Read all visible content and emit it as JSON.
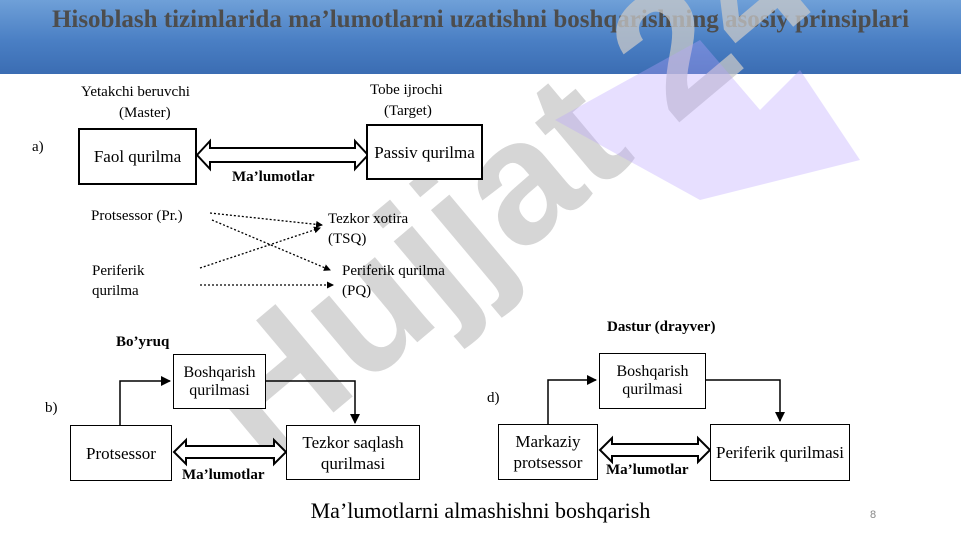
{
  "slide": {
    "title": "Hisoblash tizimlarida ma’lumotlarni uzatishni boshqarishning asosiy prinsiplari",
    "caption": "Ma’lumotlarni almashishni boshqarish",
    "page_number": "8",
    "watermark": "Hujjat 24"
  },
  "part_a": {
    "label": "a)",
    "master_line1": "Yetakchi beruvchi",
    "master_line2": "(Master)",
    "target_line1": "Tobe ijrochi",
    "target_line2": "(Target)",
    "active_device": "Faol qurilma",
    "passive_device": "Passiv qurilma",
    "data_label": "Ma’lumotlar"
  },
  "mapping": {
    "processor": "Protsessor (Pr.)",
    "peripheral_left": "Periferik qurilma",
    "ram": "Tezkor xotira (TSQ)",
    "peripheral_right": "Periferik qurilma (PQ)"
  },
  "part_b": {
    "label": "b)",
    "command_label": "Bo’yruq",
    "control_unit": "Boshqarish qurilmasi",
    "processor": "Protsessor",
    "storage": "Tezkor saqlash qurilmasi",
    "data_label": "Ma’lumotlar"
  },
  "part_d": {
    "label": "d)",
    "program_label": "Dastur (drayver)",
    "control_unit": "Boshqarish qurilmasi",
    "central_processor": "Markaziy protsessor",
    "peripheral": "Periferik qurilmasi",
    "data_label": "Ma’lumotlar"
  }
}
